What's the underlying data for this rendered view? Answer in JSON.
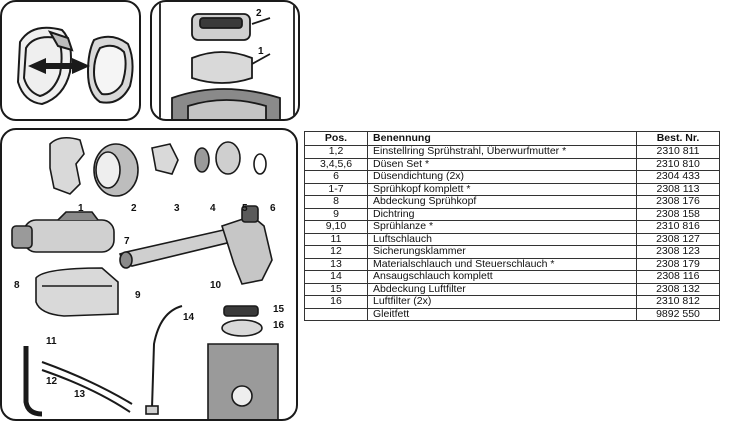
{
  "table": {
    "headers": [
      "Pos.",
      "Benennung",
      "Best. Nr."
    ],
    "rows": [
      [
        "1,2",
        "Einstellring Sprühstrahl, Überwurfmutter *",
        "2310 811"
      ],
      [
        "3,4,5,6",
        "Düsen Set *",
        "2310 810"
      ],
      [
        "6",
        "Düsendichtung (2x)",
        "2304 433"
      ],
      [
        "1-7",
        "Sprühkopf komplett *",
        "2308 113"
      ],
      [
        "8",
        "Abdeckung Sprühkopf",
        "2308 176"
      ],
      [
        "9",
        "Dichtring",
        "2308 158"
      ],
      [
        "9,10",
        "Sprühlanze *",
        "2310 816"
      ],
      [
        "11",
        "Luftschlauch",
        "2308 127"
      ],
      [
        "12",
        "Sicherungsklammer",
        "2308 123"
      ],
      [
        "13",
        "Materialschlauch und Steuerschlauch *",
        "2308 179"
      ],
      [
        "14",
        "Ansaugschlauch komplett",
        "2308 116"
      ],
      [
        "15",
        "Abdeckung Luftfilter",
        "2308 132"
      ],
      [
        "16",
        "Luftfilter (2x)",
        "2310 812"
      ],
      [
        "",
        "Gleitfett",
        "9892 550"
      ]
    ]
  },
  "callouts": {
    "top_right": [
      "2",
      "1"
    ],
    "parts_row": [
      "1",
      "2",
      "3",
      "4",
      "5",
      "6"
    ],
    "assembly": [
      "7",
      "8",
      "9",
      "10",
      "11",
      "12",
      "13",
      "14",
      "15",
      "16"
    ]
  },
  "colors": {
    "ink": "#1a1a1a",
    "part_gray": "#d9d9d9",
    "part_dark": "#5a5a5a"
  }
}
